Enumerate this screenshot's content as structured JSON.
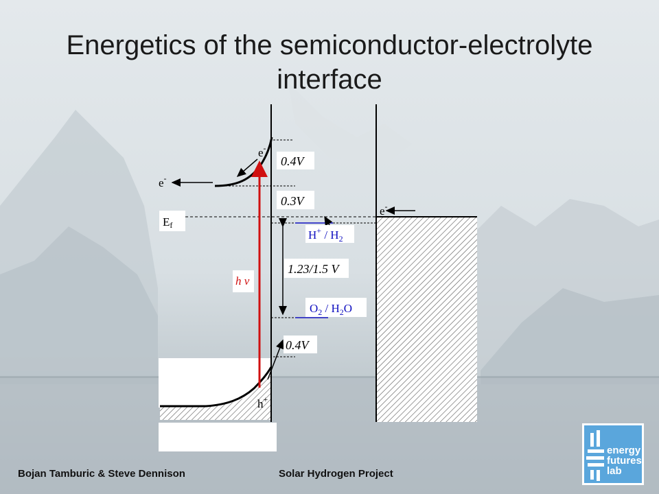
{
  "slide": {
    "title_line1": "Energetics of the semiconductor-electrolyte",
    "title_line2": "interface",
    "footer_left": "Bojan Tamburic & Steve Dennison",
    "footer_right": "Solar Hydrogen Project"
  },
  "diagram": {
    "electron": "e",
    "electron_sup": "-",
    "hole": "h",
    "hole_sup": "+",
    "fermi_main": "E",
    "fermi_sub": "f",
    "band_bend_top": "0.4V",
    "offset_label": "0.3V",
    "band_bend_bottom": "0.4V",
    "photon_label": "h ν",
    "water_potential": "1.23/1.5 V",
    "redox_h": {
      "a": "H",
      "a_sup": "+",
      "sep": " / ",
      "b": "H",
      "b_sub": "2"
    },
    "redox_o": {
      "a": "O",
      "a_sub": "2",
      "sep": " / ",
      "b": "H",
      "b_sub": "2",
      "c": "O"
    },
    "colors": {
      "photon": "#d01010",
      "redox": "#1010c0",
      "line": "#000000"
    }
  },
  "logo": {
    "line1": "energy",
    "line2": "futures",
    "line3": "lab",
    "color": "#5aa6dc"
  }
}
